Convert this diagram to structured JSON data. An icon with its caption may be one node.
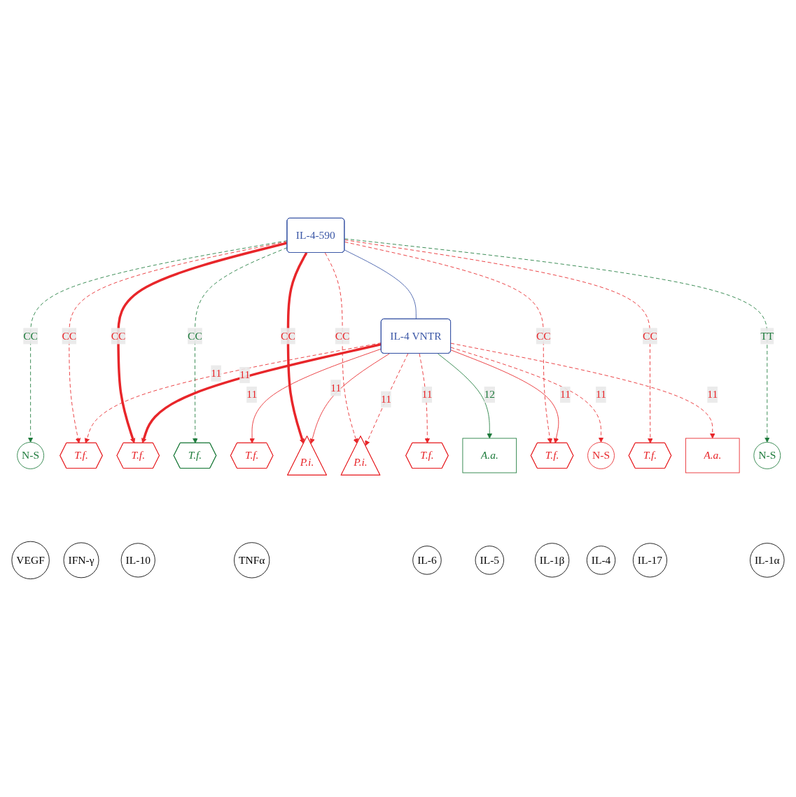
{
  "diagram": {
    "nodes": [
      {
        "text": [
          "VEGF"
        ]
      },
      {
        "text": [
          "N-S"
        ]
      },
      {
        "text": [
          "IFN-γ"
        ]
      },
      {
        "text": [
          "T.f."
        ]
      },
      {
        "text": [
          "TNFα"
        ]
      },
      {
        "text": [
          "T.f."
        ]
      },
      {
        "text": [
          "IL-10"
        ]
      },
      {
        "text": [
          "T.f."
        ]
      },
      {
        "text": [
          "T.f."
        ]
      },
      {
        "text": [
          "P.i."
        ]
      },
      {
        "text": [
          "IL-4-590"
        ]
      },
      {
        "text": [
          "IL-6"
        ]
      },
      {
        "text": [
          "P.i."
        ]
      },
      {
        "text": [
          "T.f."
        ]
      },
      {
        "text": [
          "IL-17"
        ]
      },
      {
        "text": [
          "IL-4 VNTR"
        ]
      },
      {
        "text": [
          "T.f."
        ]
      },
      {
        "text": [
          "A.a."
        ]
      },
      {
        "text": [
          "IL-1α"
        ]
      },
      {
        "text": [
          "N-S"
        ]
      },
      {
        "text": [
          "IL-5"
        ]
      },
      {
        "text": [
          "IL-4"
        ]
      },
      {
        "text": [
          "N-S"
        ]
      },
      {
        "text": [
          "A.a."
        ]
      },
      {
        "text": [
          "IL-1β"
        ]
      },
      {
        "text": [
          "T.f."
        ]
      }
    ],
    "edges": [
      {
        "from": 10,
        "to": 1,
        "arrow": "to",
        "label": "CC",
        "style": "dashed",
        "color": "#1e7b3c"
      },
      {
        "from": 10,
        "to": 3,
        "arrow": "to",
        "label": "CC",
        "style": "dashed"
      },
      {
        "from": 15,
        "to": 3,
        "arrow": "to",
        "label": "11",
        "style": "dashed"
      },
      {
        "from": 15,
        "to": 5,
        "arrow": "to",
        "label": "11"
      },
      {
        "from": 10,
        "to": 7,
        "arrow": "to",
        "label": "CC",
        "style": "dashed",
        "color": "#1e7b3c"
      },
      {
        "from": 10,
        "to": 8,
        "arrow": "to",
        "label": "CC",
        "style": "thick"
      },
      {
        "from": 10,
        "to": 9,
        "arrow": "to",
        "label": "CC",
        "style": "thick"
      },
      {
        "from": 15,
        "to": 8,
        "arrow": "to",
        "label": "11",
        "style": "thick"
      },
      {
        "from": 15,
        "to": 9,
        "arrow": "to",
        "label": "11"
      },
      {
        "from": 10,
        "to": 12,
        "arrow": "to",
        "label": "CC",
        "style": "dashed"
      },
      {
        "from": 15,
        "to": 12,
        "arrow": "to",
        "label": "11",
        "style": "dashed"
      },
      {
        "from": 15,
        "to": 13,
        "arrow": "to",
        "label": "11",
        "style": "dashed"
      },
      {
        "from": 10,
        "to": 15,
        "arrow": "none",
        "color": "#3b57a6"
      },
      {
        "from": 10,
        "to": 16,
        "arrow": "to",
        "label": "CC",
        "style": "dashed"
      },
      {
        "from": 15,
        "to": 17,
        "arrow": "to",
        "label": "12",
        "color": "#1e7b3c"
      },
      {
        "from": 10,
        "to": 19,
        "arrow": "to",
        "label": "TT",
        "style": "dashed",
        "color": "#1e7b3c"
      },
      {
        "from": 10,
        "to": 25,
        "arrow": "to",
        "label": "CC",
        "style": "dashed"
      },
      {
        "from": 15,
        "to": 25,
        "arrow": "to",
        "label": "11"
      },
      {
        "from": 15,
        "to": 22,
        "arrow": "to",
        "label": "11",
        "style": "dashed"
      },
      {
        "from": 15,
        "to": 23,
        "arrow": "to",
        "label": "11",
        "style": "dashed"
      }
    ]
  }
}
